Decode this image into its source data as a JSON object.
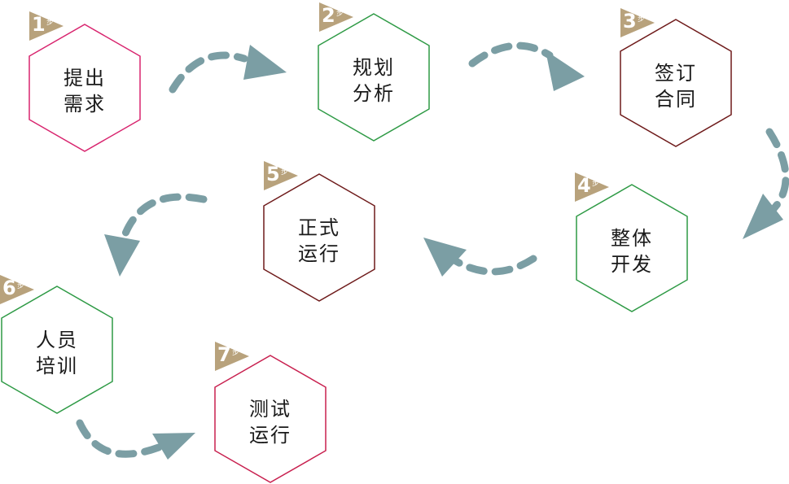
{
  "colors": {
    "arrow": "#7b9ea4",
    "badge": "#b8a27c",
    "pink": "#d8246e",
    "green": "#2e9a45",
    "darkred": "#6e1a1a",
    "crimson": "#c8204f"
  },
  "badge_unit": "步",
  "steps": [
    {
      "num": "1",
      "line1": "提出",
      "line2": "需求",
      "border": "pink"
    },
    {
      "num": "2",
      "line1": "规划",
      "line2": "分析",
      "border": "green"
    },
    {
      "num": "3",
      "line1": "签订",
      "line2": "合同",
      "border": "darkred"
    },
    {
      "num": "4",
      "line1": "整体",
      "line2": "开发",
      "border": "green"
    },
    {
      "num": "5",
      "line1": "正式",
      "line2": "运行",
      "border": "darkred"
    },
    {
      "num": "6",
      "line1": "人员",
      "line2": "培训",
      "border": "green"
    },
    {
      "num": "7",
      "line1": "测试",
      "line2": "运行",
      "border": "crimson"
    }
  ]
}
